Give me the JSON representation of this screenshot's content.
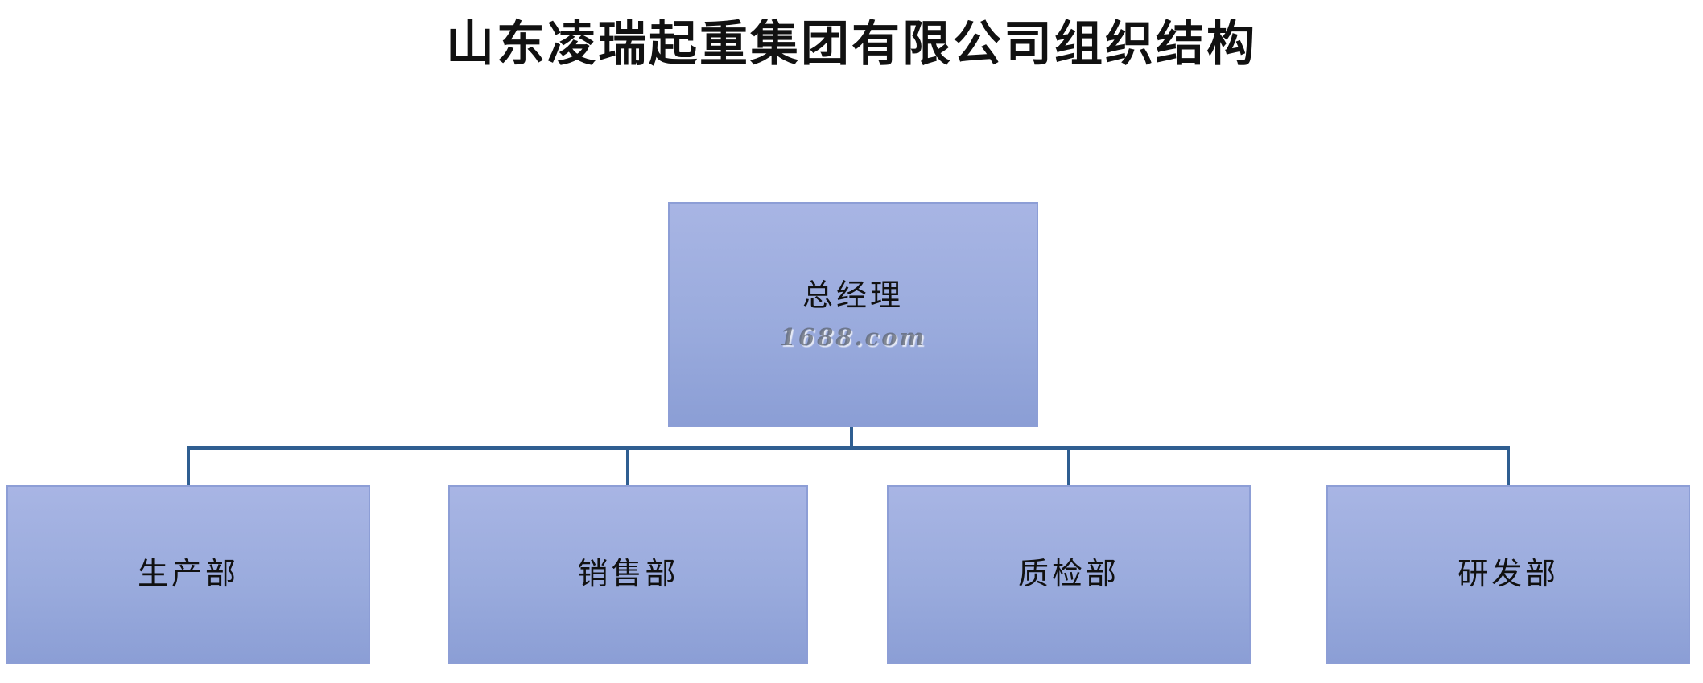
{
  "title": "山东凌瑞起重集团有限公司组织结构",
  "org_chart": {
    "root": {
      "label": "总经理",
      "watermark": "1688.com"
    },
    "departments": [
      {
        "label": "生产部"
      },
      {
        "label": "销售部"
      },
      {
        "label": "质检部"
      },
      {
        "label": "研发部"
      }
    ]
  },
  "colors": {
    "box_fill_top": "#a8b5e4",
    "box_fill_bottom": "#8b9ed5",
    "box_border": "#8d9ed6",
    "connector": "#2f5e91",
    "title_text": "#111111",
    "node_text": "#111111",
    "watermark_text": "#5c626e"
  }
}
